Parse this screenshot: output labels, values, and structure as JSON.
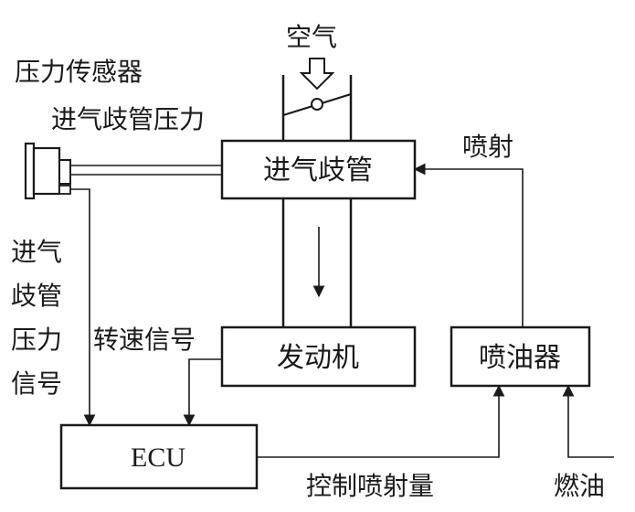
{
  "labels": {
    "air": "空气",
    "pressure_sensor": "压力传感器",
    "intake_pressure": "进气歧管压力",
    "injection": "喷射",
    "intake_manifold_signal": [
      "进气",
      "歧管",
      "压力",
      "信号"
    ],
    "speed_signal": "转速信号",
    "injection_control": "控制喷射量",
    "fuel": "燃油"
  },
  "boxes": {
    "intake_manifold": "进气歧管",
    "engine": "发动机",
    "injector": "喷油器",
    "ecu": "ECU"
  }
}
